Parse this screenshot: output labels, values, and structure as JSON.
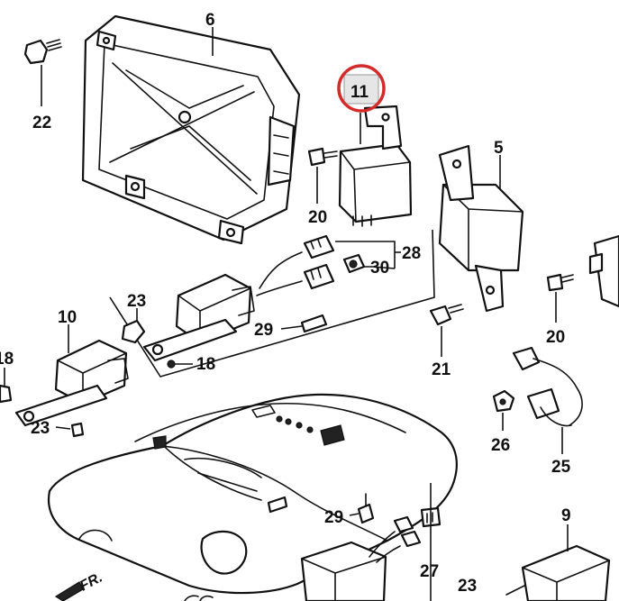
{
  "highlight": {
    "part": "11",
    "ring_color": "#d42a2a"
  },
  "callouts": {
    "c6": "6",
    "c22": "22",
    "c11": "11",
    "c5": "5",
    "c20a": "20",
    "c20b": "20",
    "c28": "28",
    "c30": "30",
    "c23a": "23",
    "c23b": "23",
    "c23c": "23",
    "c10": "10",
    "c18a": "18",
    "c18b": "18",
    "c29a": "29",
    "c29b": "29",
    "c21": "21",
    "c26": "26",
    "c25": "25",
    "c9": "9",
    "c27": "27"
  },
  "labels": {
    "front_arrow": "FR."
  }
}
